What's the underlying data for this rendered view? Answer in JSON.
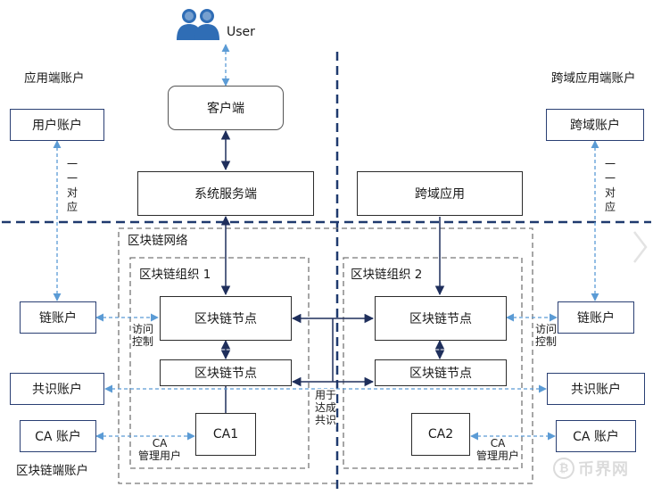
{
  "user": {
    "label": "User"
  },
  "sections": {
    "app_accounts": "应用端账户",
    "cross_domain_accounts": "跨域应用端账户",
    "blockchain_accounts": "区块链端账户"
  },
  "boxes": {
    "user_account": "用户账户",
    "client": "客户端",
    "system_service": "系统服务端",
    "cross_domain_app": "跨域应用",
    "cross_domain_account": "跨域账户",
    "chain_account_left": "链账户",
    "chain_account_right": "链账户",
    "consensus_account_left": "共识账户",
    "consensus_account_right": "共识账户",
    "ca_account_left": "CA 账户",
    "ca_account_right": "CA 账户",
    "org1_node_top": "区块链节点",
    "org1_node_bottom": "区块链节点",
    "org2_node_top": "区块链节点",
    "org2_node_bottom": "区块链节点",
    "ca1": "CA1",
    "ca2": "CA2"
  },
  "groups": {
    "network": "区块链网络",
    "org1": "区块链组织 1",
    "org2": "区块链组织 2"
  },
  "annotations": {
    "one_to_one": [
      "一",
      "一",
      "对",
      "应"
    ],
    "access_control_1": "访问",
    "access_control_2": "控制",
    "consensus_1": "用于",
    "consensus_2": "达成",
    "consensus_3": "共识",
    "ca_manage_1": "CA",
    "ca_manage_2": "管理用户"
  },
  "watermark": {
    "text": "币界网",
    "coin_symbol": "₿"
  },
  "colors": {
    "solid_arrow": "#1f2f5c",
    "dashed_arrow": "#5b9bd5",
    "divider": "#1f3a6e",
    "group_border": "#777777"
  }
}
